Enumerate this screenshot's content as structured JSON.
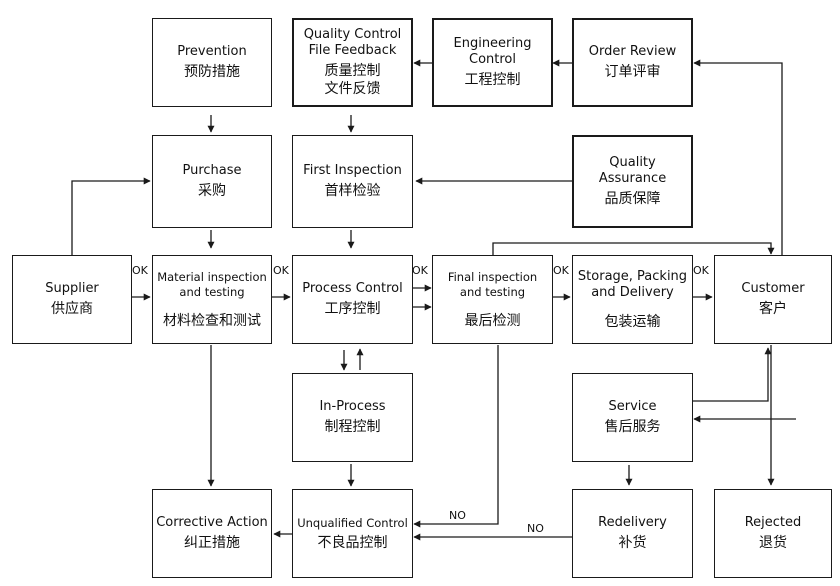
{
  "boxes": {
    "prevention": {
      "en": "Prevention",
      "zh": "预防措施"
    },
    "qc_file_feedback": {
      "en": "Quality Control\nFile  Feedback",
      "zh": "质量控制\n文件反馈"
    },
    "engineering": {
      "en": "Engineering\nControl",
      "zh": "工程控制"
    },
    "order_review": {
      "en": "Order Review",
      "zh": "订单评审"
    },
    "purchase": {
      "en": "Purchase",
      "zh": "采购"
    },
    "first_inspection": {
      "en": "First  Inspection",
      "zh": "首样检验"
    },
    "quality_assurance": {
      "en": "Quality Assurance",
      "zh": "品质保障"
    },
    "supplier": {
      "en": "Supplier",
      "zh": "供应商"
    },
    "material_inspection": {
      "en": "Material inspection\nand testing",
      "zh": "材料检查和测试"
    },
    "process_control": {
      "en": "Process Control",
      "zh": "工序控制"
    },
    "final_inspection": {
      "en": "Final inspection\nand testing",
      "zh": "最后检测"
    },
    "storage": {
      "en": "Storage, Packing\nand Delivery",
      "zh": "包装运输"
    },
    "customer": {
      "en": "Customer",
      "zh": "客户"
    },
    "in_process": {
      "en": "In-Process",
      "zh": "制程控制"
    },
    "service": {
      "en": "Service",
      "zh": "售后服务"
    },
    "corrective_action": {
      "en": "Corrective Action",
      "zh": "纠正措施"
    },
    "unqualified": {
      "en": "Unqualified  Control",
      "zh": "不良品控制"
    },
    "redelivery": {
      "en": "Redelivery",
      "zh": "补货"
    },
    "rejected": {
      "en": "Rejected",
      "zh": "退货"
    }
  },
  "flow_labels": {
    "ok": "OK",
    "no": "NO"
  },
  "colors": {
    "line": "#1a1a1a",
    "box_fill": "#ffffff"
  }
}
